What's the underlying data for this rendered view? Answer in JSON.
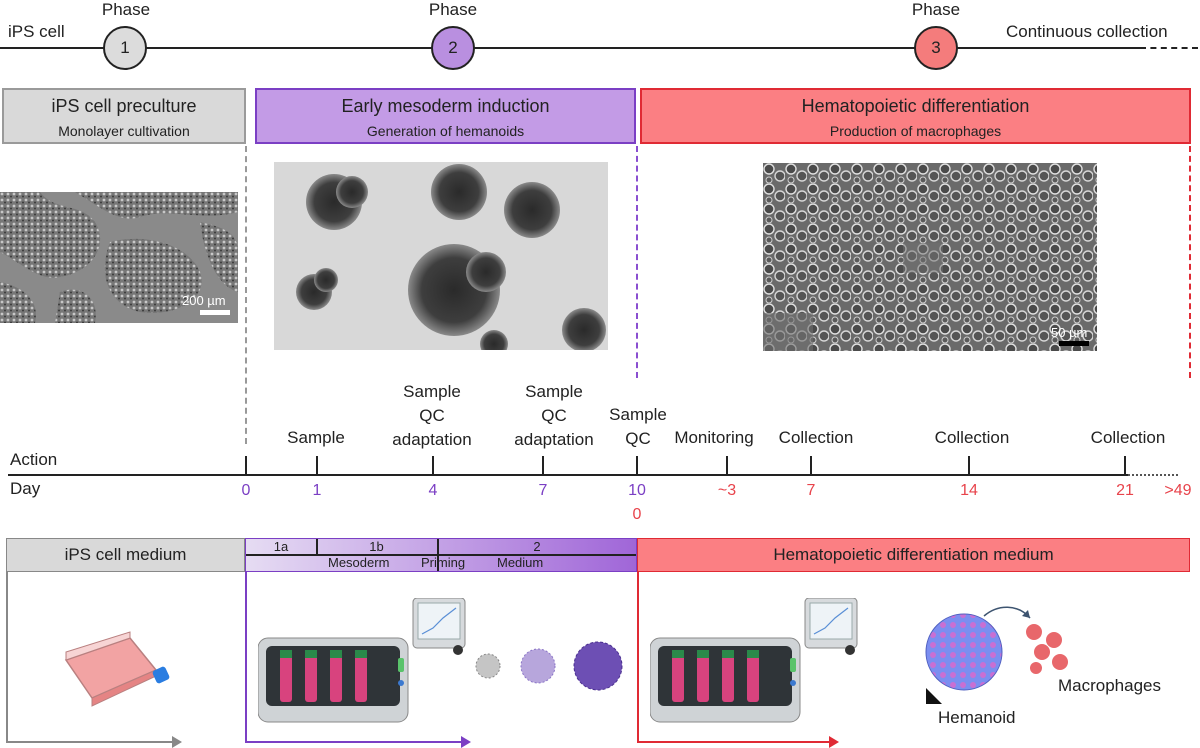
{
  "phases": {
    "word": "Phase",
    "items": [
      {
        "number": "1",
        "color": "#dcdcdc"
      },
      {
        "number": "2",
        "color": "#b98fe0"
      },
      {
        "number": "3",
        "color": "#f47c7c"
      }
    ],
    "start_label": "iPS cell",
    "end_label": "Continuous collection"
  },
  "boxes": [
    {
      "title": "iPS cell preculture",
      "subtitle": "Monolayer cultivation",
      "fill": "#d9d9d9",
      "border": "#9a9a9a"
    },
    {
      "title": "Early mesoderm induction",
      "subtitle": "Generation of hemanoids",
      "fill": "#c39be6",
      "border": "#7b3fc4"
    },
    {
      "title": "Hematopoietic differentiation",
      "subtitle": "Production of macrophages",
      "fill": "#fb7f83",
      "border": "#e02a34"
    }
  ],
  "images": {
    "scale_left": "200 µm",
    "scale_right": "50 µm"
  },
  "timeline": {
    "row_action": "Action",
    "row_day": "Day",
    "actions": [
      {
        "lines": [
          "Sample"
        ]
      },
      {
        "lines": [
          "Sample",
          "QC",
          "adaptation"
        ]
      },
      {
        "lines": [
          "Sample",
          "QC",
          "adaptation"
        ]
      },
      {
        "lines": [
          "Sample",
          "QC"
        ]
      },
      {
        "lines": [
          "Monitoring"
        ]
      },
      {
        "lines": [
          "Collection"
        ]
      },
      {
        "lines": [
          "Collection"
        ]
      },
      {
        "lines": [
          "Collection"
        ]
      }
    ],
    "days": [
      "0",
      "1",
      "4",
      "7",
      "10",
      "0",
      "~3",
      "7",
      "14",
      "21",
      ">49"
    ],
    "day_colors": {
      "phase2": "#7b3fc4",
      "phase3": "#e8434b"
    }
  },
  "media": {
    "ips": "iPS cell medium",
    "hemato": "Hematopoietic differentiation medium",
    "steps": [
      "1a",
      "1b",
      "2"
    ],
    "sublabels": [
      "Mesoderm",
      "Priming",
      "Medium"
    ]
  },
  "illustrations": {
    "hemanoid": "Hemanoid",
    "macrophages": "Macrophages"
  }
}
